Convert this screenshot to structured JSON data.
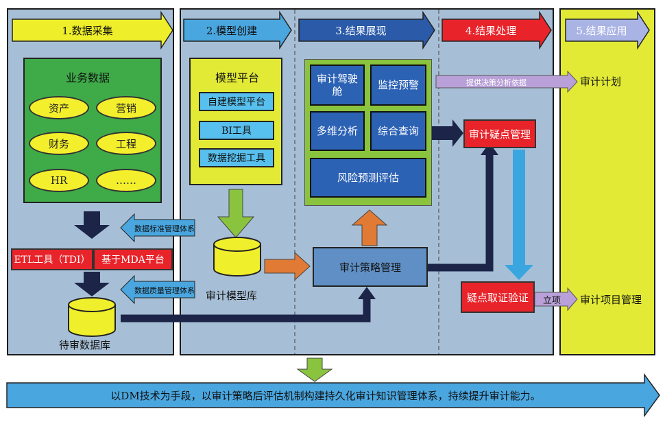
{
  "stages": [
    "1.数据采集",
    "2.模型创建",
    "3.结果展现",
    "4.结果处理",
    "5.结果应用"
  ],
  "business": {
    "title": "业务数据",
    "items": [
      "资产",
      "营销",
      "财务",
      "工程",
      "HR",
      "……"
    ]
  },
  "etl": [
    "ETL工具（TDI）",
    "基于MDA平台"
  ],
  "standards_arrow": "数据标准管理体系",
  "quality_arrow": "数据质量管理体系",
  "pending_db": "待审数据库",
  "model_platform": {
    "title": "模型平台",
    "items": [
      "自建模型平台",
      "BI工具",
      "数据挖掘工具"
    ]
  },
  "model_db": "审计模型库",
  "display": {
    "cells": [
      "审计驾驶舱",
      "监控预警",
      "多维分析",
      "综合查询"
    ],
    "risk": "风险预测评估"
  },
  "strategy": "审计策略管理",
  "suspect_mgmt": "审计疑点管理",
  "evidence": "疑点取证验证",
  "decision_arrow": "提供决策分析依据",
  "audit_plan": "审计计划",
  "project_arrow": "立项",
  "project_mgmt": "审计项目管理",
  "banner": "以DM技术为手段，以审计策略后评估机制构建持久化审计知识管理体系，持续提升审计能力。",
  "colors": {
    "panel": "#a7bfd6",
    "stage1": "#eeee2a",
    "stage2": "#4aa6df",
    "stage3": "#2a5aa8",
    "stage4": "#e8232a",
    "stage5": "#aab4e4",
    "green": "#3faa48",
    "yellow": "#e2ea36",
    "red": "#e8232a",
    "navy": "#1c2448",
    "banner": "#4aa6df"
  }
}
